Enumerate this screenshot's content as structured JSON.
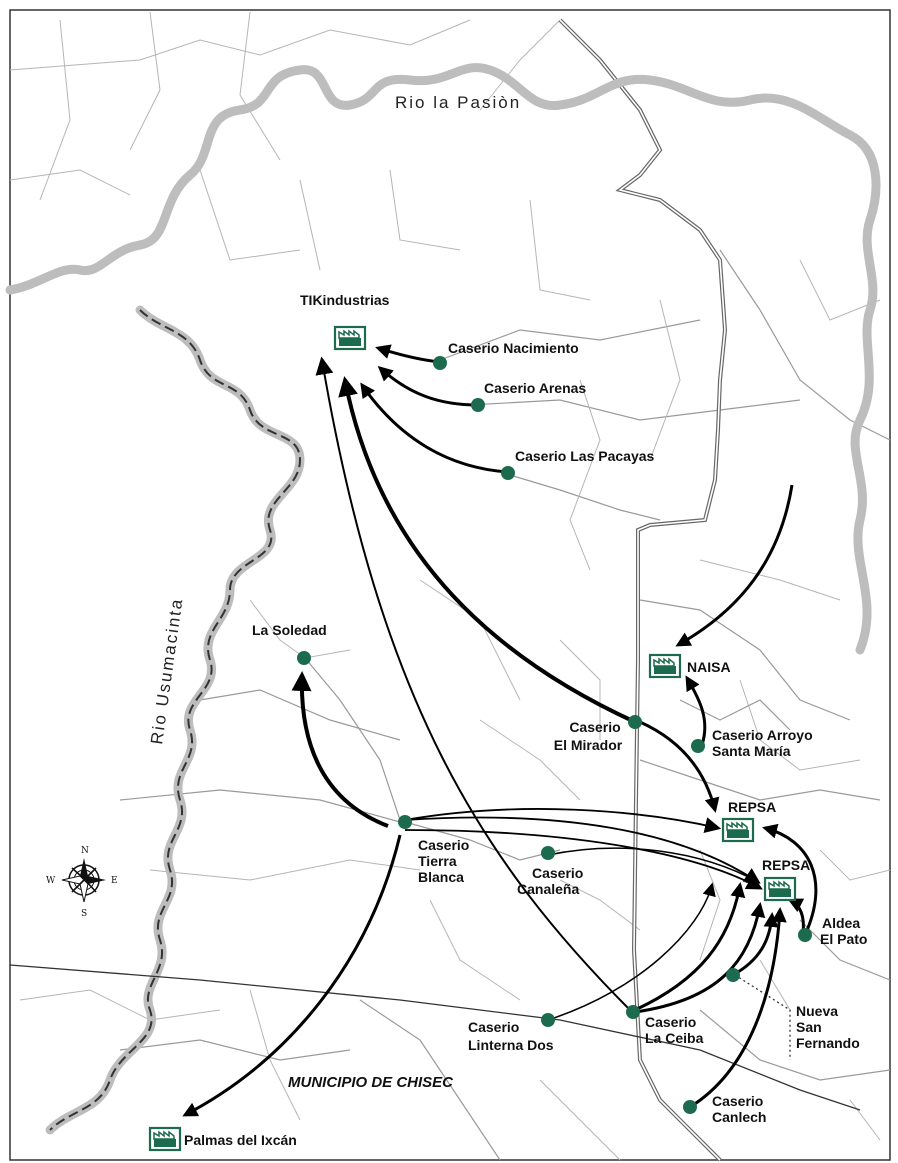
{
  "rivers": {
    "pasion": "Rio la Pasiòn",
    "usumacinta": "Rio Usumacinta"
  },
  "municipality": "MUNICIPIO DE CHISEC",
  "compass": {
    "n": "N",
    "s": "S",
    "e": "E",
    "w": "W"
  },
  "factories": {
    "tik": "TIKindustrias",
    "naisa": "NAISA",
    "repsa1": "REPSA",
    "repsa2": "REPSA",
    "palmas": "Palmas del Ixcán"
  },
  "settlements": {
    "nacimiento": [
      "Caserio Nacimiento"
    ],
    "arenas": [
      "Caserio Arenas"
    ],
    "pacayas": [
      "Caserio Las Pacayas"
    ],
    "soledad": [
      "La Soledad"
    ],
    "mirador": [
      "Caserio",
      "El Mirador"
    ],
    "arroyo": [
      "Caserio Arroyo",
      "Santa María"
    ],
    "tierra": [
      "Caserio",
      "Tierra",
      "Blanca"
    ],
    "canalena": [
      "Caserio",
      "Canaleña"
    ],
    "pato": [
      "Aldea",
      "El Pato"
    ],
    "linterna": [
      "Caserio",
      "Linterna Dos"
    ],
    "ceiba": [
      "Caserio",
      "La Ceiba"
    ],
    "nueva": [
      "Nueva",
      "San",
      "Fernando"
    ],
    "canlech": [
      "Caserio",
      "Canlech"
    ]
  },
  "colors": {
    "settlement_dot": "#1c6b4e",
    "factory_icon": "#1c6b4e",
    "river": "#bdbdbd",
    "roads": "#9a9a9a",
    "flow_arrows": "#000000"
  }
}
